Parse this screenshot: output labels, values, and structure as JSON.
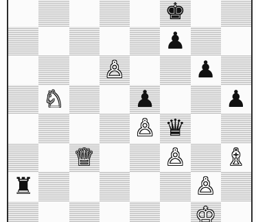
{
  "board": {
    "orientation": "white-bottom",
    "colors": {
      "light_square": "#fbfbfb",
      "dark_square": "#e9e9e9",
      "white_piece": "#ffffff",
      "black_piece": "#111111",
      "outline": "#111111"
    },
    "ranks": [
      [
        null,
        null,
        null,
        null,
        null,
        {
          "type": "king",
          "color": "black",
          "glyph": "♚"
        },
        null,
        null
      ],
      [
        null,
        null,
        null,
        null,
        null,
        {
          "type": "pawn",
          "color": "black",
          "glyph": "♟"
        },
        null,
        null
      ],
      [
        null,
        null,
        null,
        {
          "type": "pawn",
          "color": "white",
          "glyph": "♙"
        },
        null,
        null,
        {
          "type": "pawn",
          "color": "black",
          "glyph": "♟"
        },
        null
      ],
      [
        null,
        {
          "type": "knight",
          "color": "white",
          "glyph": "♘"
        },
        null,
        null,
        {
          "type": "pawn",
          "color": "black",
          "glyph": "♟"
        },
        null,
        null,
        {
          "type": "pawn",
          "color": "black",
          "glyph": "♟"
        }
      ],
      [
        null,
        null,
        null,
        null,
        {
          "type": "pawn",
          "color": "white",
          "glyph": "♙"
        },
        {
          "type": "queen",
          "color": "black",
          "glyph": "♛"
        },
        null,
        null
      ],
      [
        null,
        null,
        {
          "type": "queen",
          "color": "white",
          "glyph": "♕"
        },
        null,
        null,
        {
          "type": "pawn",
          "color": "white",
          "glyph": "♙"
        },
        null,
        {
          "type": "bishop",
          "color": "white",
          "glyph": "♗"
        }
      ],
      [
        {
          "type": "rook",
          "color": "black",
          "glyph": "♜"
        },
        null,
        null,
        null,
        null,
        null,
        {
          "type": "pawn",
          "color": "white",
          "glyph": "♙"
        },
        null
      ],
      [
        null,
        null,
        null,
        null,
        null,
        null,
        {
          "type": "king",
          "color": "white",
          "glyph": "♔"
        },
        null
      ]
    ]
  }
}
